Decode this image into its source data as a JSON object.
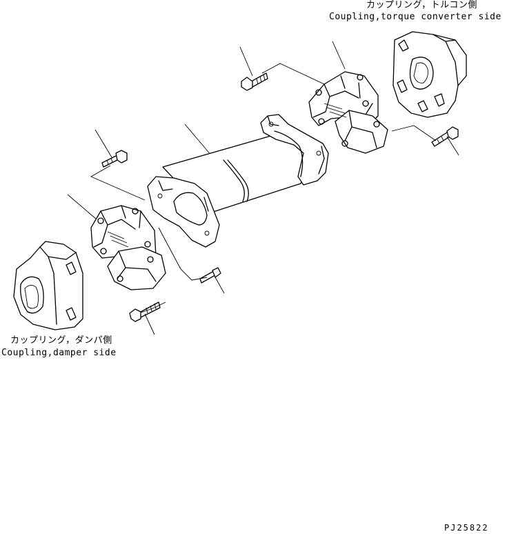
{
  "labels": {
    "torque_converter_side_jp": "カップリング，トルコン側",
    "torque_converter_side_en": "Coupling,torque converter side",
    "damper_side_jp": "カップリング，ダンパ側",
    "damper_side_en": "Coupling,damper side",
    "drawing_code": "PJ25822"
  }
}
